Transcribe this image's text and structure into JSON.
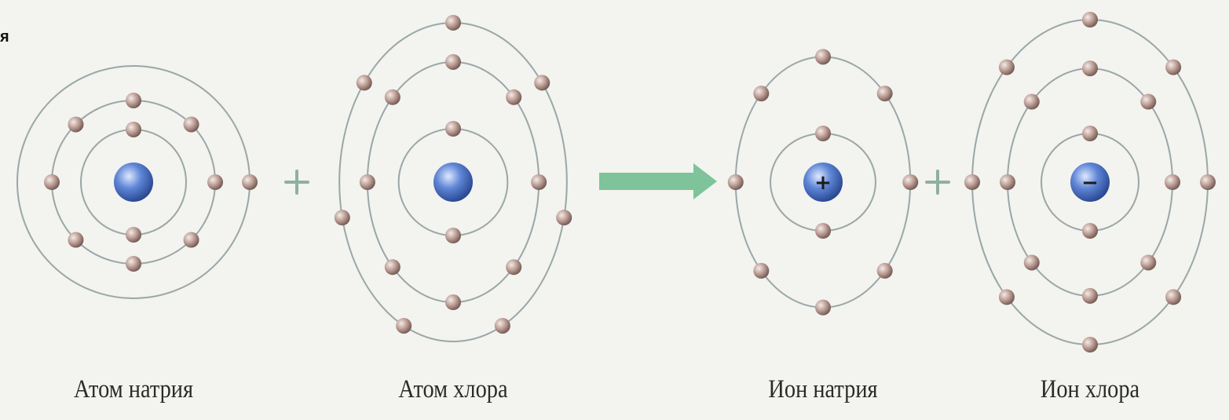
{
  "corner_text": "я",
  "operators": {
    "plus": "+",
    "reaction_arrow": "arrow"
  },
  "colors": {
    "background": "#f3f3ef",
    "orbit": "#9aa7a8",
    "electron": "#b8988f",
    "nucleus": "#4f74c8",
    "arrow": "#7ec39a",
    "plus": "#8fb0a0"
  },
  "atoms": [
    {
      "id": "sodium-atom",
      "label": "Атом натрия",
      "shells": [
        2,
        8,
        1
      ],
      "charge": ""
    },
    {
      "id": "chlorine-atom",
      "label": "Атом хлора",
      "shells": [
        2,
        8,
        7
      ],
      "charge": ""
    },
    {
      "id": "sodium-ion",
      "label": "Ион натрия",
      "shells": [
        2,
        8
      ],
      "charge": "+"
    },
    {
      "id": "chlorine-ion",
      "label": "Ион хлора",
      "shells": [
        2,
        8,
        8
      ],
      "charge": "−"
    }
  ]
}
